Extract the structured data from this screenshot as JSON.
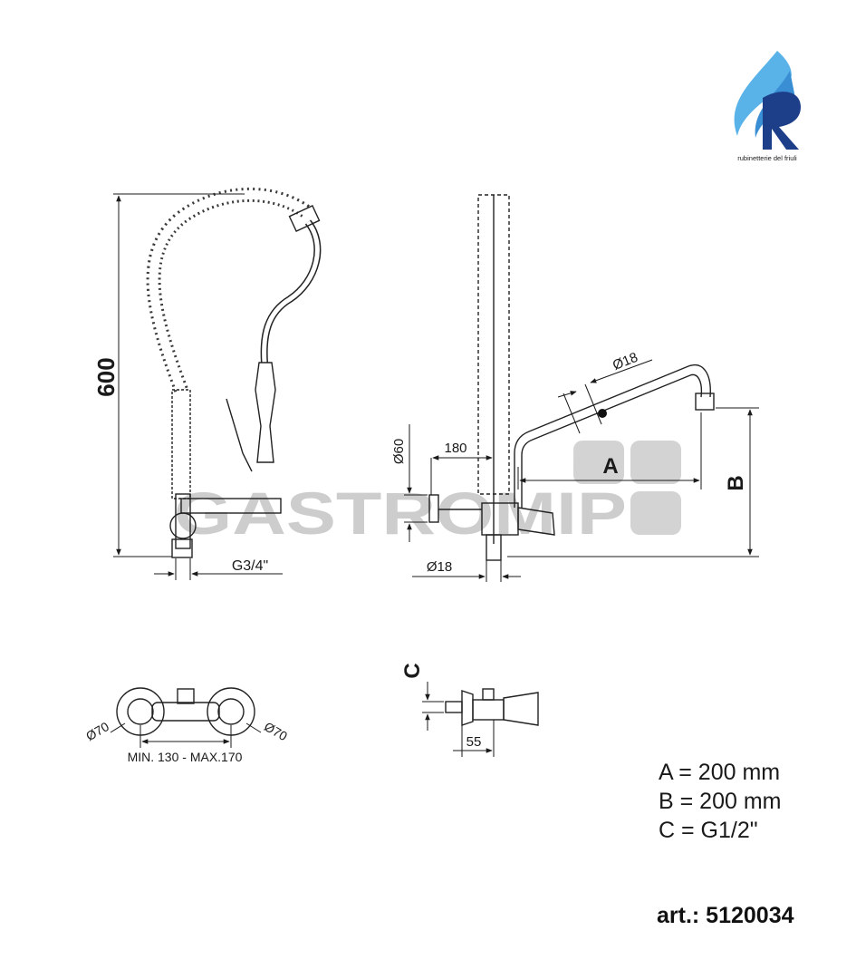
{
  "brand": {
    "tagline": "rubinetterie del friuli",
    "colors": {
      "primary": "#1d3f8a",
      "light": "#59b3e8"
    }
  },
  "watermark": {
    "text": "GASTROMIP",
    "color": "#c8c8c8"
  },
  "front_view": {
    "height_label": "600",
    "connection_label": "G3/4\""
  },
  "side_view": {
    "spout_diameter_label": "Ø18",
    "flange_diameter_label": "Ø60",
    "offset_label": "180",
    "inlet_diameter_label": "Ø18",
    "dim_a_label": "A",
    "dim_b_label": "B"
  },
  "top_view": {
    "left_flange_label": "Ø70",
    "right_flange_label": "Ø70",
    "center_distance_label": "MIN. 130 - MAX.170"
  },
  "valve_view": {
    "dim_c_label": "C",
    "depth_label": "55"
  },
  "specs": [
    {
      "text": "A = 200 mm"
    },
    {
      "text": "B = 200 mm"
    },
    {
      "text": "C = G1/2\""
    }
  ],
  "article": "art.: 5120034"
}
